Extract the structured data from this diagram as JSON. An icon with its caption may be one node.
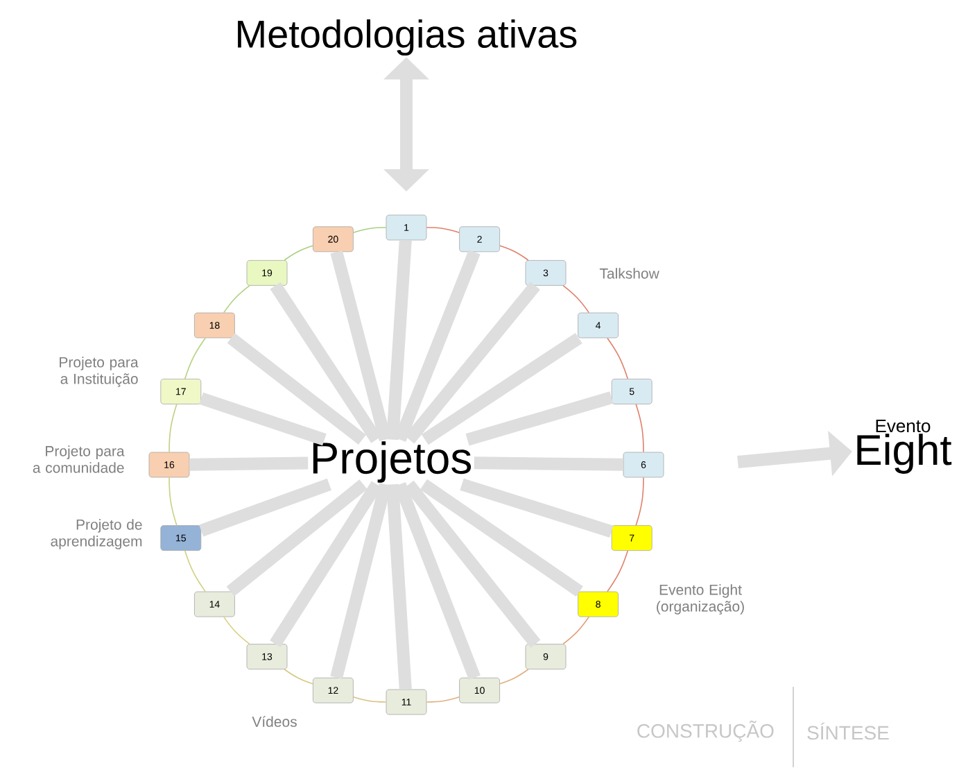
{
  "diagram": {
    "nodes": [
      {
        "text": [
          "Metodologias ativas"
        ]
      },
      {
        "text": [
          "Projetos"
        ]
      },
      {
        "text": [
          "1"
        ]
      },
      {
        "text": [
          "2"
        ]
      },
      {
        "text": [
          "3"
        ],
        "beside": [
          "Talkshow"
        ]
      },
      {
        "text": [
          "4"
        ]
      },
      {
        "text": [
          "5"
        ]
      },
      {
        "text": [
          "6"
        ]
      },
      {
        "text": [
          "7"
        ]
      },
      {
        "text": [
          "8"
        ],
        "beside": [
          "Evento Eight (organização)"
        ]
      },
      {
        "text": [
          "9"
        ]
      },
      {
        "text": [
          "10"
        ]
      },
      {
        "text": [
          "11"
        ]
      },
      {
        "text": [
          "12"
        ],
        "beside": [
          "Vídeos"
        ]
      },
      {
        "text": [
          "13"
        ]
      },
      {
        "text": [
          "14"
        ]
      },
      {
        "text": [
          "15"
        ],
        "beside": [
          "Projeto de aprendizagem"
        ]
      },
      {
        "text": [
          "16"
        ],
        "beside": [
          "Projeto para a comunidade"
        ]
      },
      {
        "text": [
          "17"
        ],
        "beside": [
          "Projeto para a Instituição"
        ]
      },
      {
        "text": [
          "18"
        ]
      },
      {
        "text": [
          "19"
        ]
      },
      {
        "text": [
          "20"
        ]
      },
      {
        "text": [
          "Evento",
          "Eight"
        ]
      }
    ],
    "edges": [
      {
        "from": 0,
        "to": null,
        "arrow": "both"
      },
      {
        "from": 1,
        "to": 2,
        "arrow": "none"
      },
      {
        "from": 1,
        "to": 3,
        "arrow": "none"
      },
      {
        "from": 1,
        "to": 4,
        "arrow": "none"
      },
      {
        "from": 1,
        "to": 5,
        "arrow": "none"
      },
      {
        "from": 1,
        "to": 6,
        "arrow": "none"
      },
      {
        "from": 1,
        "to": 7,
        "arrow": "none"
      },
      {
        "from": 1,
        "to": 8,
        "arrow": "none"
      },
      {
        "from": 1,
        "to": 9,
        "arrow": "none"
      },
      {
        "from": 1,
        "to": 10,
        "arrow": "none"
      },
      {
        "from": 1,
        "to": 11,
        "arrow": "none"
      },
      {
        "from": 1,
        "to": 12,
        "arrow": "none"
      },
      {
        "from": 1,
        "to": 13,
        "arrow": "none"
      },
      {
        "from": 1,
        "to": 14,
        "arrow": "none"
      },
      {
        "from": 1,
        "to": 15,
        "arrow": "none"
      },
      {
        "from": 1,
        "to": 16,
        "arrow": "none"
      },
      {
        "from": 1,
        "to": 17,
        "arrow": "none"
      },
      {
        "from": 1,
        "to": 18,
        "arrow": "none"
      },
      {
        "from": 1,
        "to": 19,
        "arrow": "none"
      },
      {
        "from": 1,
        "to": 20,
        "arrow": "none"
      },
      {
        "from": 1,
        "to": 21,
        "arrow": "none"
      },
      {
        "from": 2,
        "to": 3,
        "arrow": "none",
        "color": "#e0806a"
      },
      {
        "from": 3,
        "to": 4,
        "arrow": "none",
        "color": "#e0806a"
      },
      {
        "from": 4,
        "to": 5,
        "arrow": "none",
        "color": "#e0806a"
      },
      {
        "from": 5,
        "to": 6,
        "arrow": "none",
        "color": "#e0806a"
      },
      {
        "from": 6,
        "to": 7,
        "arrow": "none",
        "color": "#e0806a"
      },
      {
        "from": 7,
        "to": 8,
        "arrow": "none",
        "color": "#e0806a"
      },
      {
        "from": 8,
        "to": 9,
        "arrow": "none",
        "color": "#e0806a"
      },
      {
        "from": 9,
        "to": 10,
        "arrow": "none",
        "color": "#e09a70"
      },
      {
        "from": 10,
        "to": 11,
        "arrow": "none",
        "color": "#e0b080"
      },
      {
        "from": 11,
        "to": 12,
        "arrow": "none",
        "color": "#e0b080"
      },
      {
        "from": 12,
        "to": 13,
        "arrow": "none",
        "color": "#d8c080"
      },
      {
        "from": 13,
        "to": 14,
        "arrow": "none",
        "color": "#d8c880"
      },
      {
        "from": 14,
        "to": 15,
        "arrow": "none",
        "color": "#d8d080"
      },
      {
        "from": 15,
        "to": 16,
        "arrow": "none",
        "color": "#d0d080"
      },
      {
        "from": 16,
        "to": 17,
        "arrow": "none",
        "color": "#c8d080"
      },
      {
        "from": 17,
        "to": 18,
        "arrow": "none",
        "color": "#c0d080"
      },
      {
        "from": 18,
        "to": 19,
        "arrow": "none",
        "color": "#b8d080"
      },
      {
        "from": 19,
        "to": 20,
        "arrow": "none",
        "color": "#b0d080"
      },
      {
        "from": 20,
        "to": 21,
        "arrow": "none",
        "color": "#a8d080"
      },
      {
        "from": 21,
        "to": 2,
        "arrow": "none",
        "color": "#a8d080"
      },
      {
        "from": null,
        "to": 22,
        "arrow": "to"
      }
    ],
    "labels": [
      "CONSTRUÇÃO",
      "SÍNTESE"
    ]
  }
}
